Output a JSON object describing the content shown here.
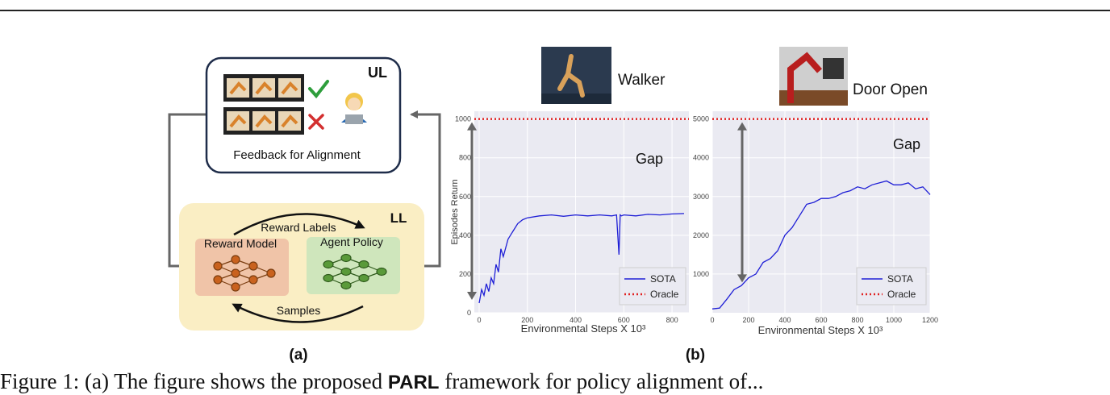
{
  "panel_a": {
    "label": "(a)",
    "ul": {
      "tag": "UL",
      "feedback_text": "Feedback for Alignment"
    },
    "ll": {
      "tag": "LL",
      "reward_labels": "Reward Labels",
      "samples": "Samples",
      "reward_model": "Reward Model",
      "agent_policy": "Agent Policy"
    }
  },
  "panel_b": {
    "label": "(b)"
  },
  "caption": {
    "prefix": "Figure 1: (a) The figure shows the proposed ",
    "method": "PARL",
    "suffix": " framework for policy alignment of..."
  },
  "colors": {
    "sota": "#1f1fd6",
    "oracle": "#e02020",
    "ll_bg": "#faeec4",
    "reward_box": "#f0c4a8",
    "agent_box": "#cfe6bc",
    "plot_bg": "#eaeaf2"
  },
  "chart_data": [
    {
      "type": "line",
      "title": "Walker",
      "gap_label": "Gap",
      "xlabel": "Environmental Steps X 10³",
      "ylabel": "Episodes Return",
      "xlim": [
        -20,
        870
      ],
      "ylim": [
        0,
        1040
      ],
      "xticks": [
        0,
        200,
        400,
        600,
        800
      ],
      "yticks": [
        0,
        200,
        400,
        600,
        800,
        1000
      ],
      "legend_position": "bottom-right",
      "series": [
        {
          "name": "SOTA",
          "style": "solid",
          "x": [
            0,
            10,
            20,
            30,
            40,
            50,
            60,
            70,
            80,
            90,
            100,
            120,
            140,
            160,
            180,
            200,
            250,
            300,
            350,
            400,
            450,
            500,
            550,
            570,
            580,
            585,
            590,
            600,
            650,
            700,
            750,
            800,
            850
          ],
          "y": [
            50,
            120,
            90,
            150,
            110,
            180,
            150,
            250,
            210,
            330,
            290,
            380,
            420,
            460,
            480,
            490,
            500,
            505,
            498,
            505,
            500,
            505,
            500,
            505,
            300,
            505,
            500,
            505,
            500,
            508,
            505,
            510,
            512
          ]
        },
        {
          "name": "Oracle",
          "style": "dotted",
          "x": [
            -20,
            870
          ],
          "y": [
            1000,
            1000
          ]
        }
      ]
    },
    {
      "type": "line",
      "title": "Door Open",
      "gap_label": "Gap",
      "xlabel": "Environmental Steps X 10³",
      "ylabel": "",
      "xlim": [
        0,
        1200
      ],
      "ylim": [
        0,
        5200
      ],
      "xticks": [
        0,
        200,
        400,
        600,
        800,
        1000,
        1200
      ],
      "yticks": [
        1000,
        2000,
        3000,
        4000,
        5000
      ],
      "legend_position": "bottom-right",
      "series": [
        {
          "name": "SOTA",
          "style": "solid",
          "x": [
            0,
            40,
            80,
            120,
            160,
            200,
            240,
            280,
            320,
            360,
            400,
            440,
            480,
            520,
            560,
            600,
            640,
            680,
            720,
            760,
            800,
            840,
            880,
            920,
            960,
            1000,
            1040,
            1080,
            1120,
            1160,
            1200
          ],
          "y": [
            100,
            120,
            350,
            600,
            700,
            900,
            1000,
            1300,
            1400,
            1600,
            2000,
            2200,
            2500,
            2800,
            2850,
            2950,
            2950,
            3000,
            3100,
            3150,
            3250,
            3200,
            3300,
            3350,
            3400,
            3300,
            3300,
            3350,
            3200,
            3250,
            3050
          ]
        },
        {
          "name": "Oracle",
          "style": "dotted",
          "x": [
            0,
            1200
          ],
          "y": [
            5000,
            5000
          ]
        }
      ]
    }
  ]
}
